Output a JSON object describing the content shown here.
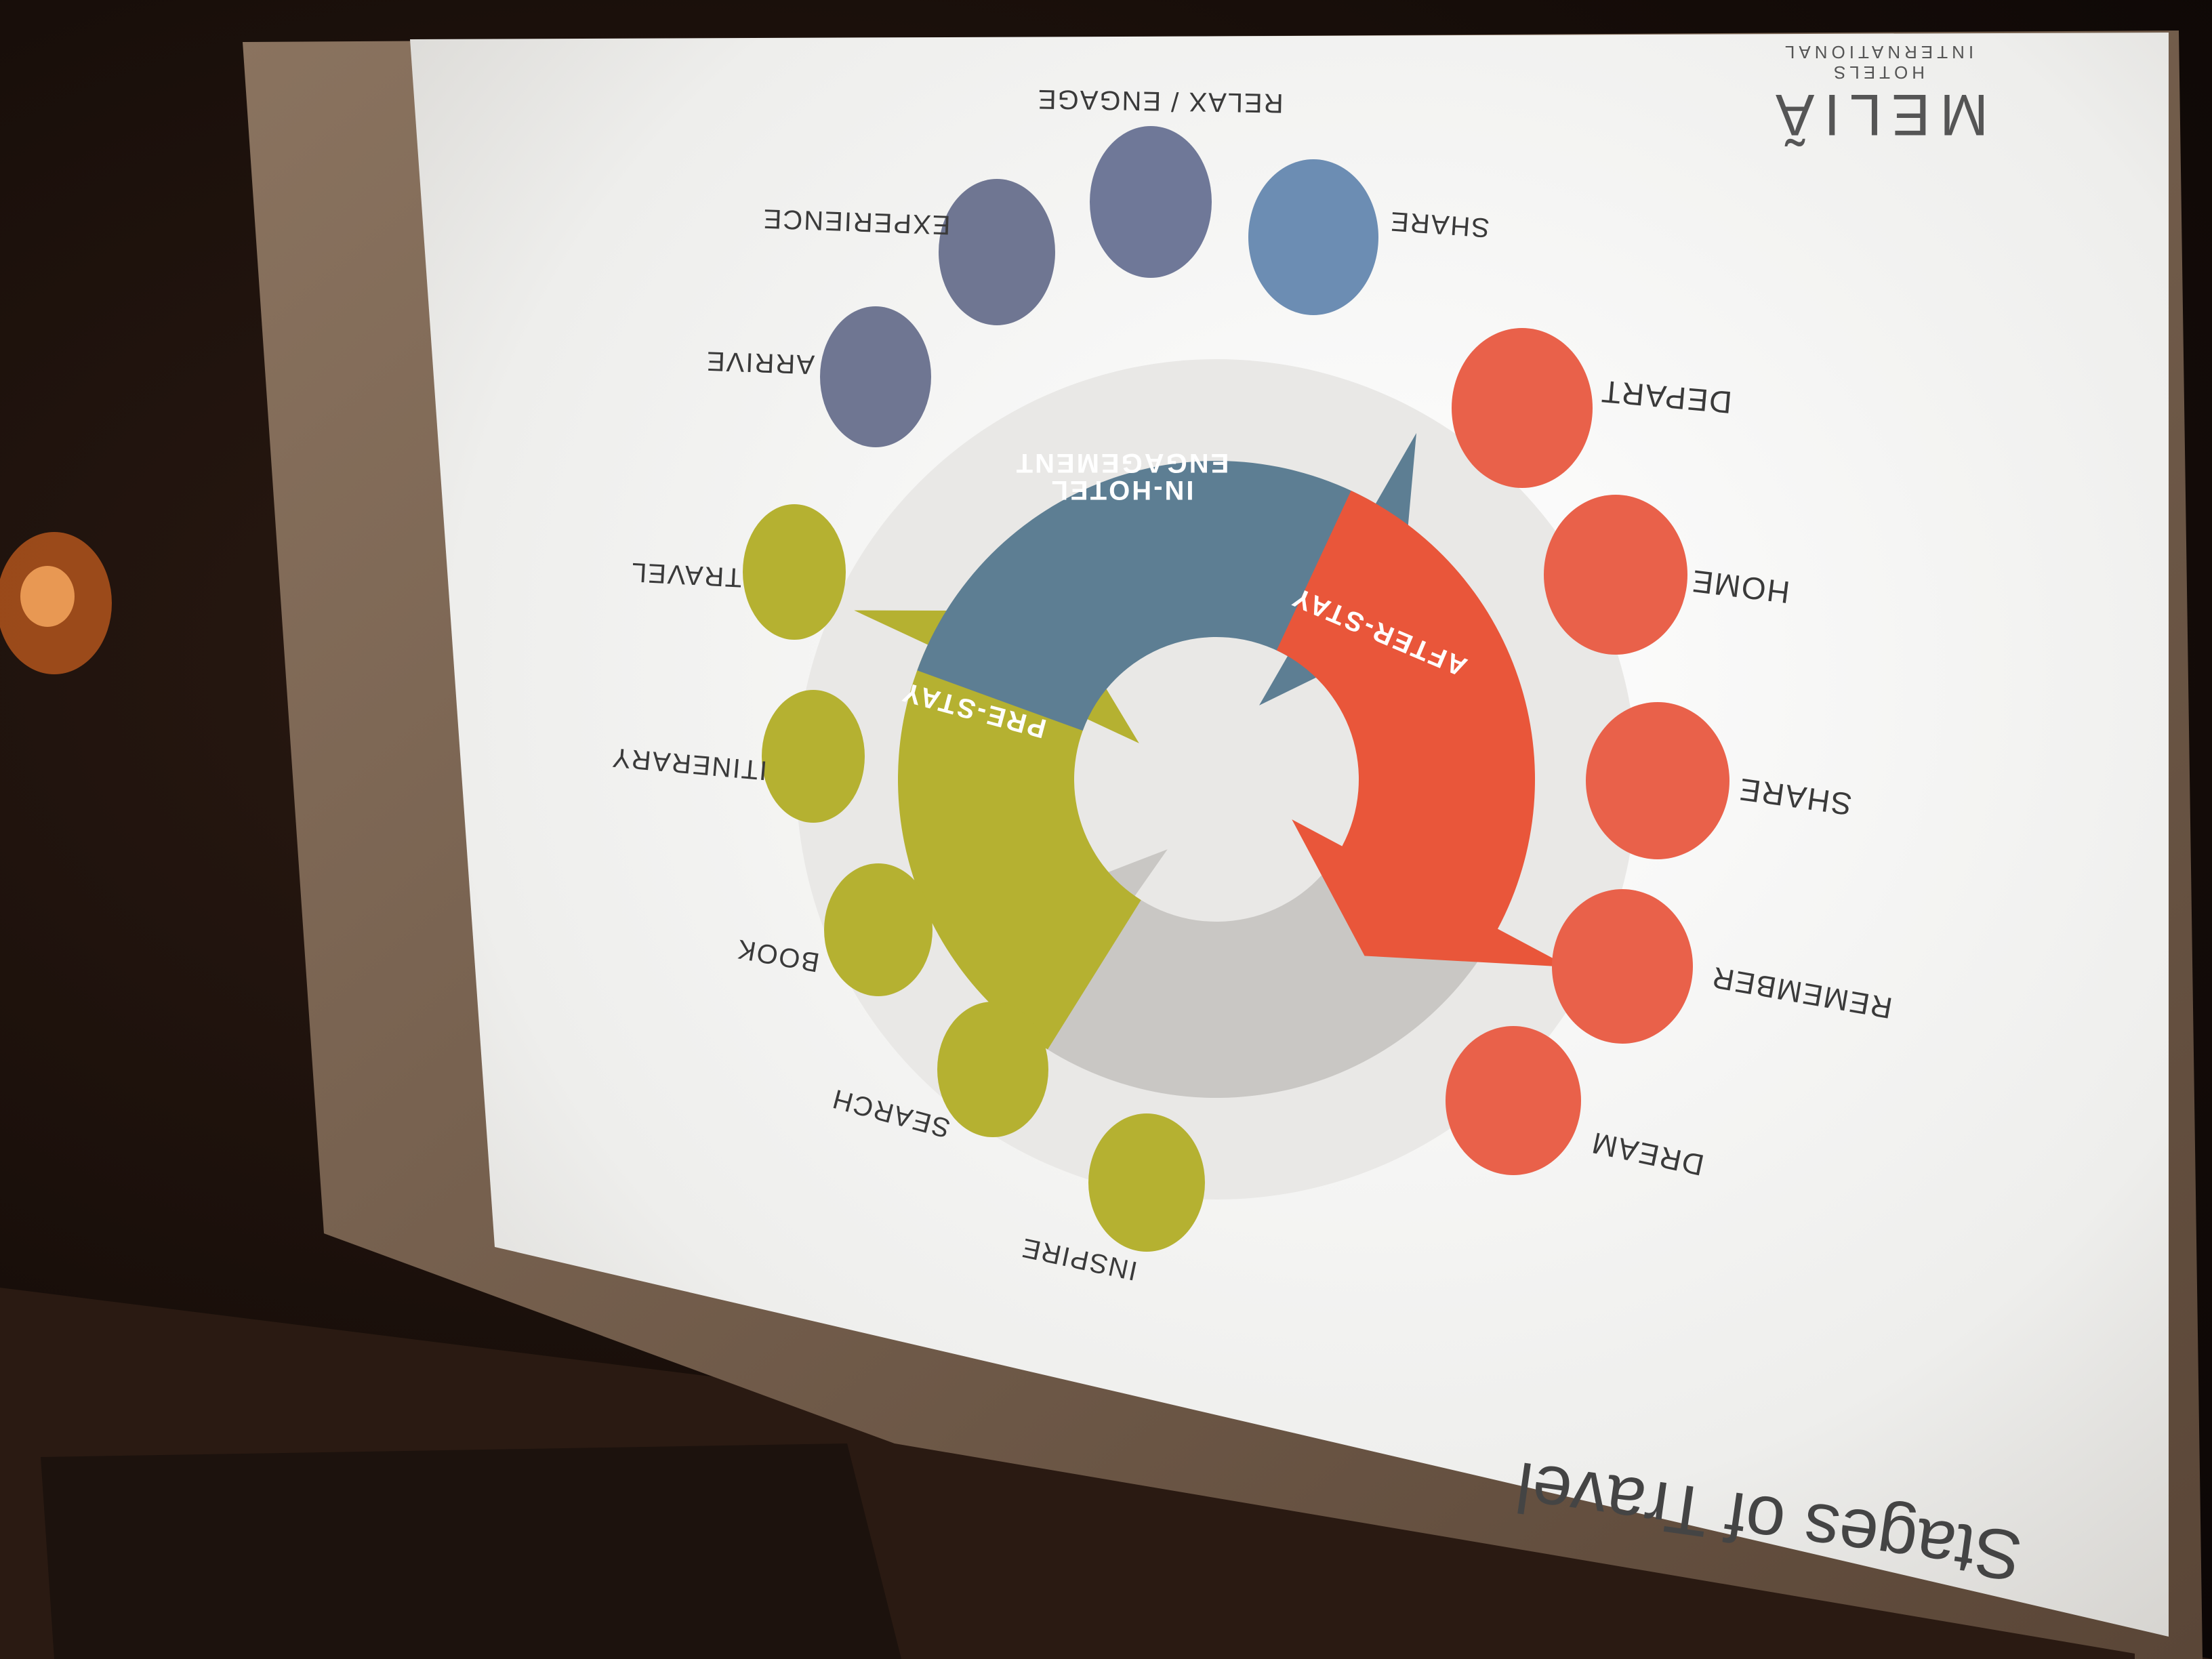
{
  "slide": {
    "title": "Stages of Travel",
    "brand": {
      "name": "MELIÃ",
      "sub1": "HOTELS",
      "sub2": "INTERNATIONAL"
    }
  },
  "stages": [
    {
      "name": "PRE-STAY",
      "color": "#b5b131"
    },
    {
      "name": "IN-HOTEL",
      "name2": "ENGAGEMENT",
      "color": "#5d7e93"
    },
    {
      "name": "AFTER-STAY",
      "color": "#e9563a"
    }
  ],
  "steps": [
    {
      "label": "INSPIRE",
      "color": "#b5b131"
    },
    {
      "label": "SEARCH",
      "color": "#b5b131"
    },
    {
      "label": "BOOK",
      "color": "#b5b131"
    },
    {
      "label": "ITINERARY",
      "color": "#b5b131"
    },
    {
      "label": "TRAVEL",
      "color": "#b5b131"
    },
    {
      "label": "ARRIVE",
      "color": "#6f7692"
    },
    {
      "label": "EXPERIENCE",
      "color": "#6f7692"
    },
    {
      "label": "RELAX / ENGAGE",
      "color": "#6f7898"
    },
    {
      "label": "SHARE",
      "color": "#6c8db3"
    },
    {
      "label": "DEPART",
      "color": "#e9614a"
    },
    {
      "label": "HOME",
      "color": "#e9614a"
    },
    {
      "label": "SHARE",
      "color": "#e9614a"
    },
    {
      "label": "REMEMBER",
      "color": "#e9614a"
    },
    {
      "label": "DREAM",
      "color": "#e9614a"
    }
  ],
  "colors": {
    "returnArrow": "#c9c7c4",
    "screen": "#f3f3f1"
  }
}
